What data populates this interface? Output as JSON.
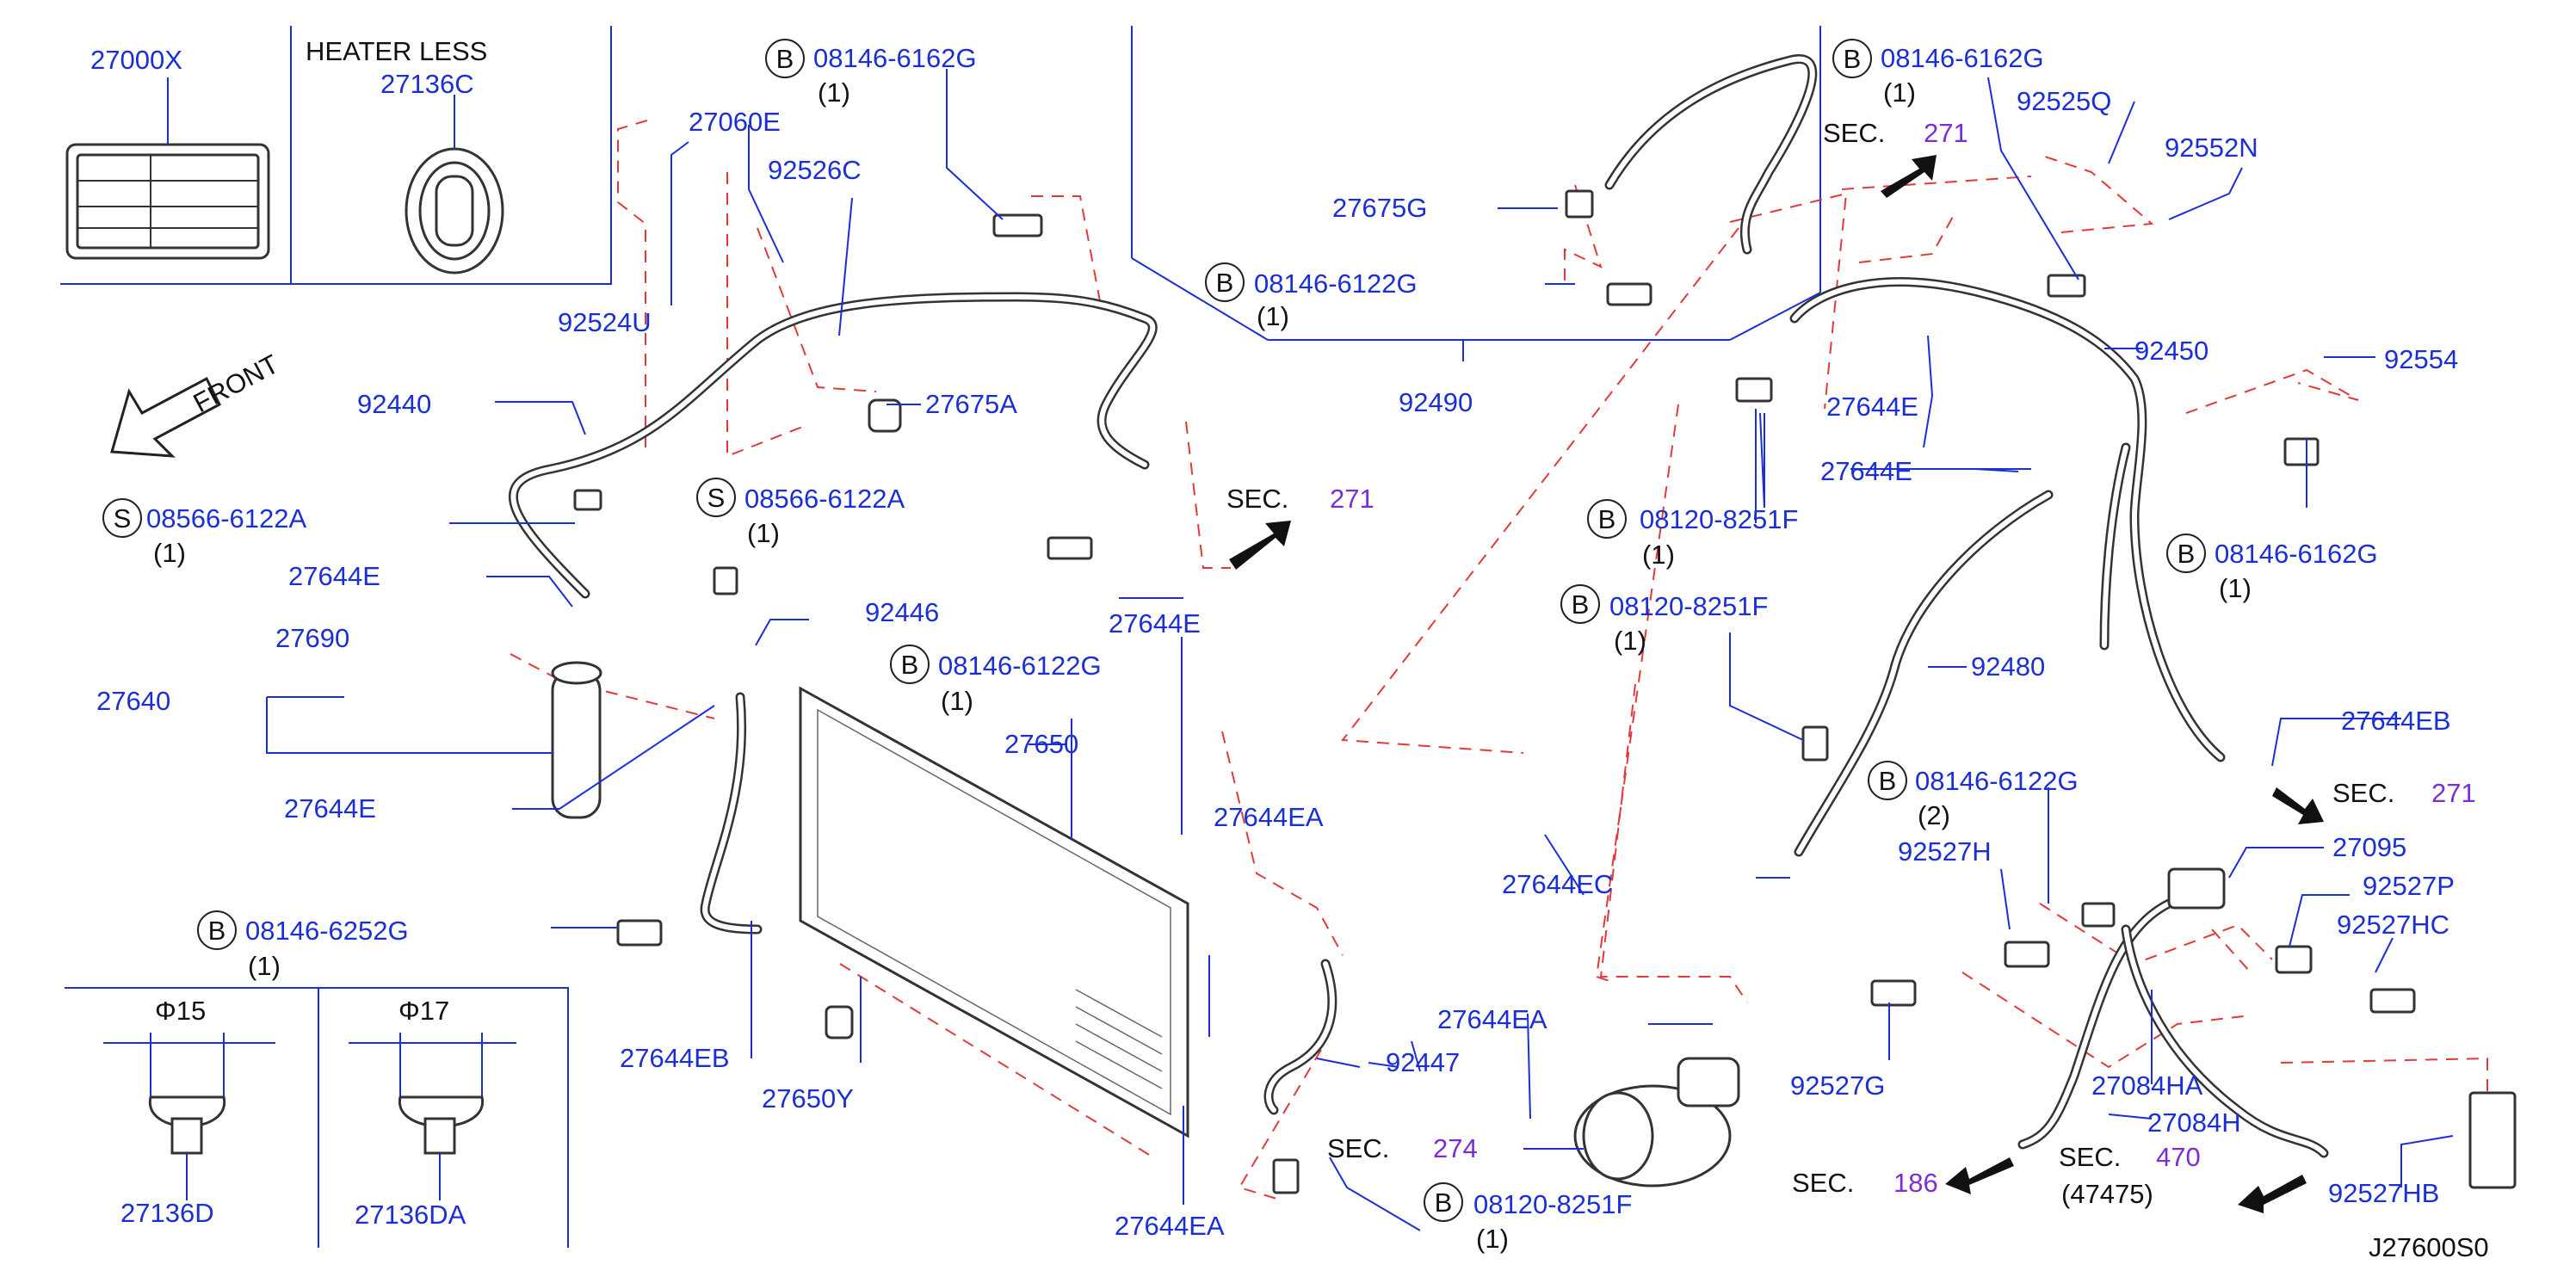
{
  "diagram_code": "J27600S0",
  "heater_less": {
    "title": "HEATER  LESS",
    "part": "27136C"
  },
  "front_label": "FRONT",
  "circle_b": "B",
  "circle_s": "S",
  "parts": {
    "p27000X": "27000X",
    "p27060E": "27060E",
    "p92526C": "92526C",
    "p92524U": "92524U",
    "p92440": "92440",
    "p27675A": "27675A",
    "p27675G": "27675G",
    "p92490": "92490",
    "p92450": "92450",
    "p92525Q": "92525Q",
    "p92552N": "92552N",
    "p92554": "92554",
    "p27644E_a": "27644E",
    "p27644E_b": "27644E",
    "p27644E_c": "27644E",
    "p27644E_d": "27644E",
    "p27644E_e": "27644E",
    "p27640": "27640",
    "p27690": "27690",
    "p92446": "92446",
    "p27650": "27650",
    "p27644EB_a": "27644EB",
    "p27644EB_b": "27644EB",
    "p27650Y": "27650Y",
    "p27644EA_a": "27644EA",
    "p27644EA_b": "27644EA",
    "p27644EA_c": "27644EA",
    "p92447": "92447",
    "p27644EC": "27644EC",
    "p92480": "92480",
    "p27095": "27095",
    "p92527H": "92527H",
    "p92527P": "92527P",
    "p92527HC": "92527HC",
    "p92527G": "92527G",
    "p27084HA": "27084HA",
    "p27084H": "27084H",
    "p92527HB": "92527HB",
    "p27136D": "27136D",
    "p27136DA": "27136DA"
  },
  "fasteners": {
    "f1": {
      "code": "08146-6162G",
      "qty": "(1)"
    },
    "f2": {
      "code": "08146-6122G",
      "qty": "(1)"
    },
    "f3": {
      "code": "08146-6162G",
      "qty": "(1)"
    },
    "f4": {
      "code": "08566-6122A",
      "qty": "(1)"
    },
    "f5": {
      "code": "08566-6122A",
      "qty": "(1)"
    },
    "f6": {
      "code": "08146-6122G",
      "qty": "(1)"
    },
    "f7": {
      "code": "08120-8251F",
      "qty": "(1)"
    },
    "f8": {
      "code": "08120-8251F",
      "qty": "(1)"
    },
    "f9": {
      "code": "08146-6162G",
      "qty": "(1)"
    },
    "f10": {
      "code": "08146-6122G",
      "qty": "(2)"
    },
    "f11": {
      "code": "08146-6252G",
      "qty": "(1)"
    },
    "f12": {
      "code": "08120-8251F",
      "qty": "(1)"
    }
  },
  "sections": {
    "s1": {
      "label": "SEC.",
      "num": "271"
    },
    "s2": {
      "label": "SEC.",
      "num": "271"
    },
    "s3": {
      "label": "SEC.",
      "num": "271"
    },
    "s4": {
      "label": "SEC.",
      "num": "274"
    },
    "s5": {
      "label": "SEC.",
      "num": "186"
    },
    "s6": {
      "label": "SEC.",
      "num": "470",
      "sub": "(47475)"
    }
  },
  "diameters": {
    "d15": "Φ15",
    "d17": "Φ17"
  }
}
